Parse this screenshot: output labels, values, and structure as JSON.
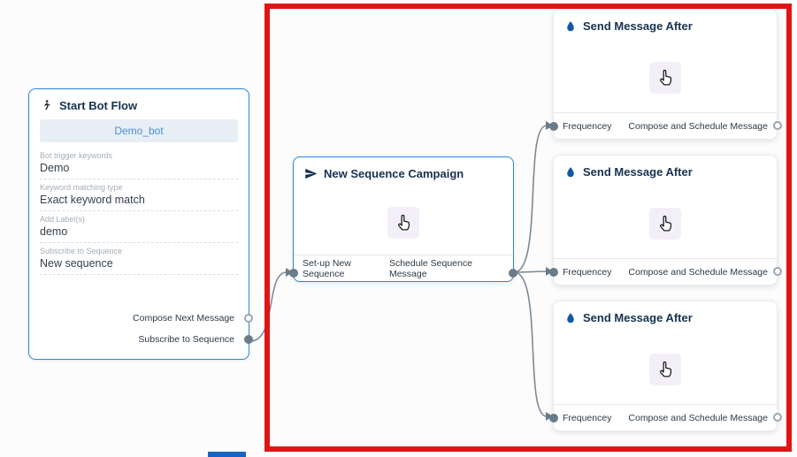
{
  "colors": {
    "node_border_blue": "#2e86d8",
    "highlight_red": "#e01414",
    "port_gray": "#6a7b89",
    "wire_gray": "#7b8a97",
    "droplet_blue": "#1258a8"
  },
  "icons": {
    "start": "walking-person-icon",
    "sequence": "send-icon",
    "message": "droplet-icon",
    "cursor": "hand-pointer-icon"
  },
  "start_node": {
    "title": "Start Bot Flow",
    "button": "Demo_bot",
    "fields": [
      {
        "label": "Bot trigger keywords",
        "value": "Demo"
      },
      {
        "label": "Keyword matching type",
        "value": "Exact keyword match"
      },
      {
        "label": "Add Label(s)",
        "value": "demo"
      },
      {
        "label": "Subscribe to Sequence",
        "value": "New sequence"
      }
    ],
    "outputs": [
      {
        "label": "Compose Next Message"
      },
      {
        "label": "Subscribe to Sequence"
      }
    ]
  },
  "sequence_node": {
    "title": "New Sequence Campaign",
    "footer_left": "Set-up New Sequence",
    "footer_right": "Schedule Sequence Message"
  },
  "message_nodes": [
    {
      "title": "Send Message After",
      "footer_left": "Frequencey",
      "footer_right": "Compose and Schedule Message"
    },
    {
      "title": "Send Message After",
      "footer_left": "Frequencey",
      "footer_right": "Compose and Schedule Message"
    },
    {
      "title": "Send Message After",
      "footer_left": "Frequencey",
      "footer_right": "Compose and Schedule Message"
    }
  ]
}
